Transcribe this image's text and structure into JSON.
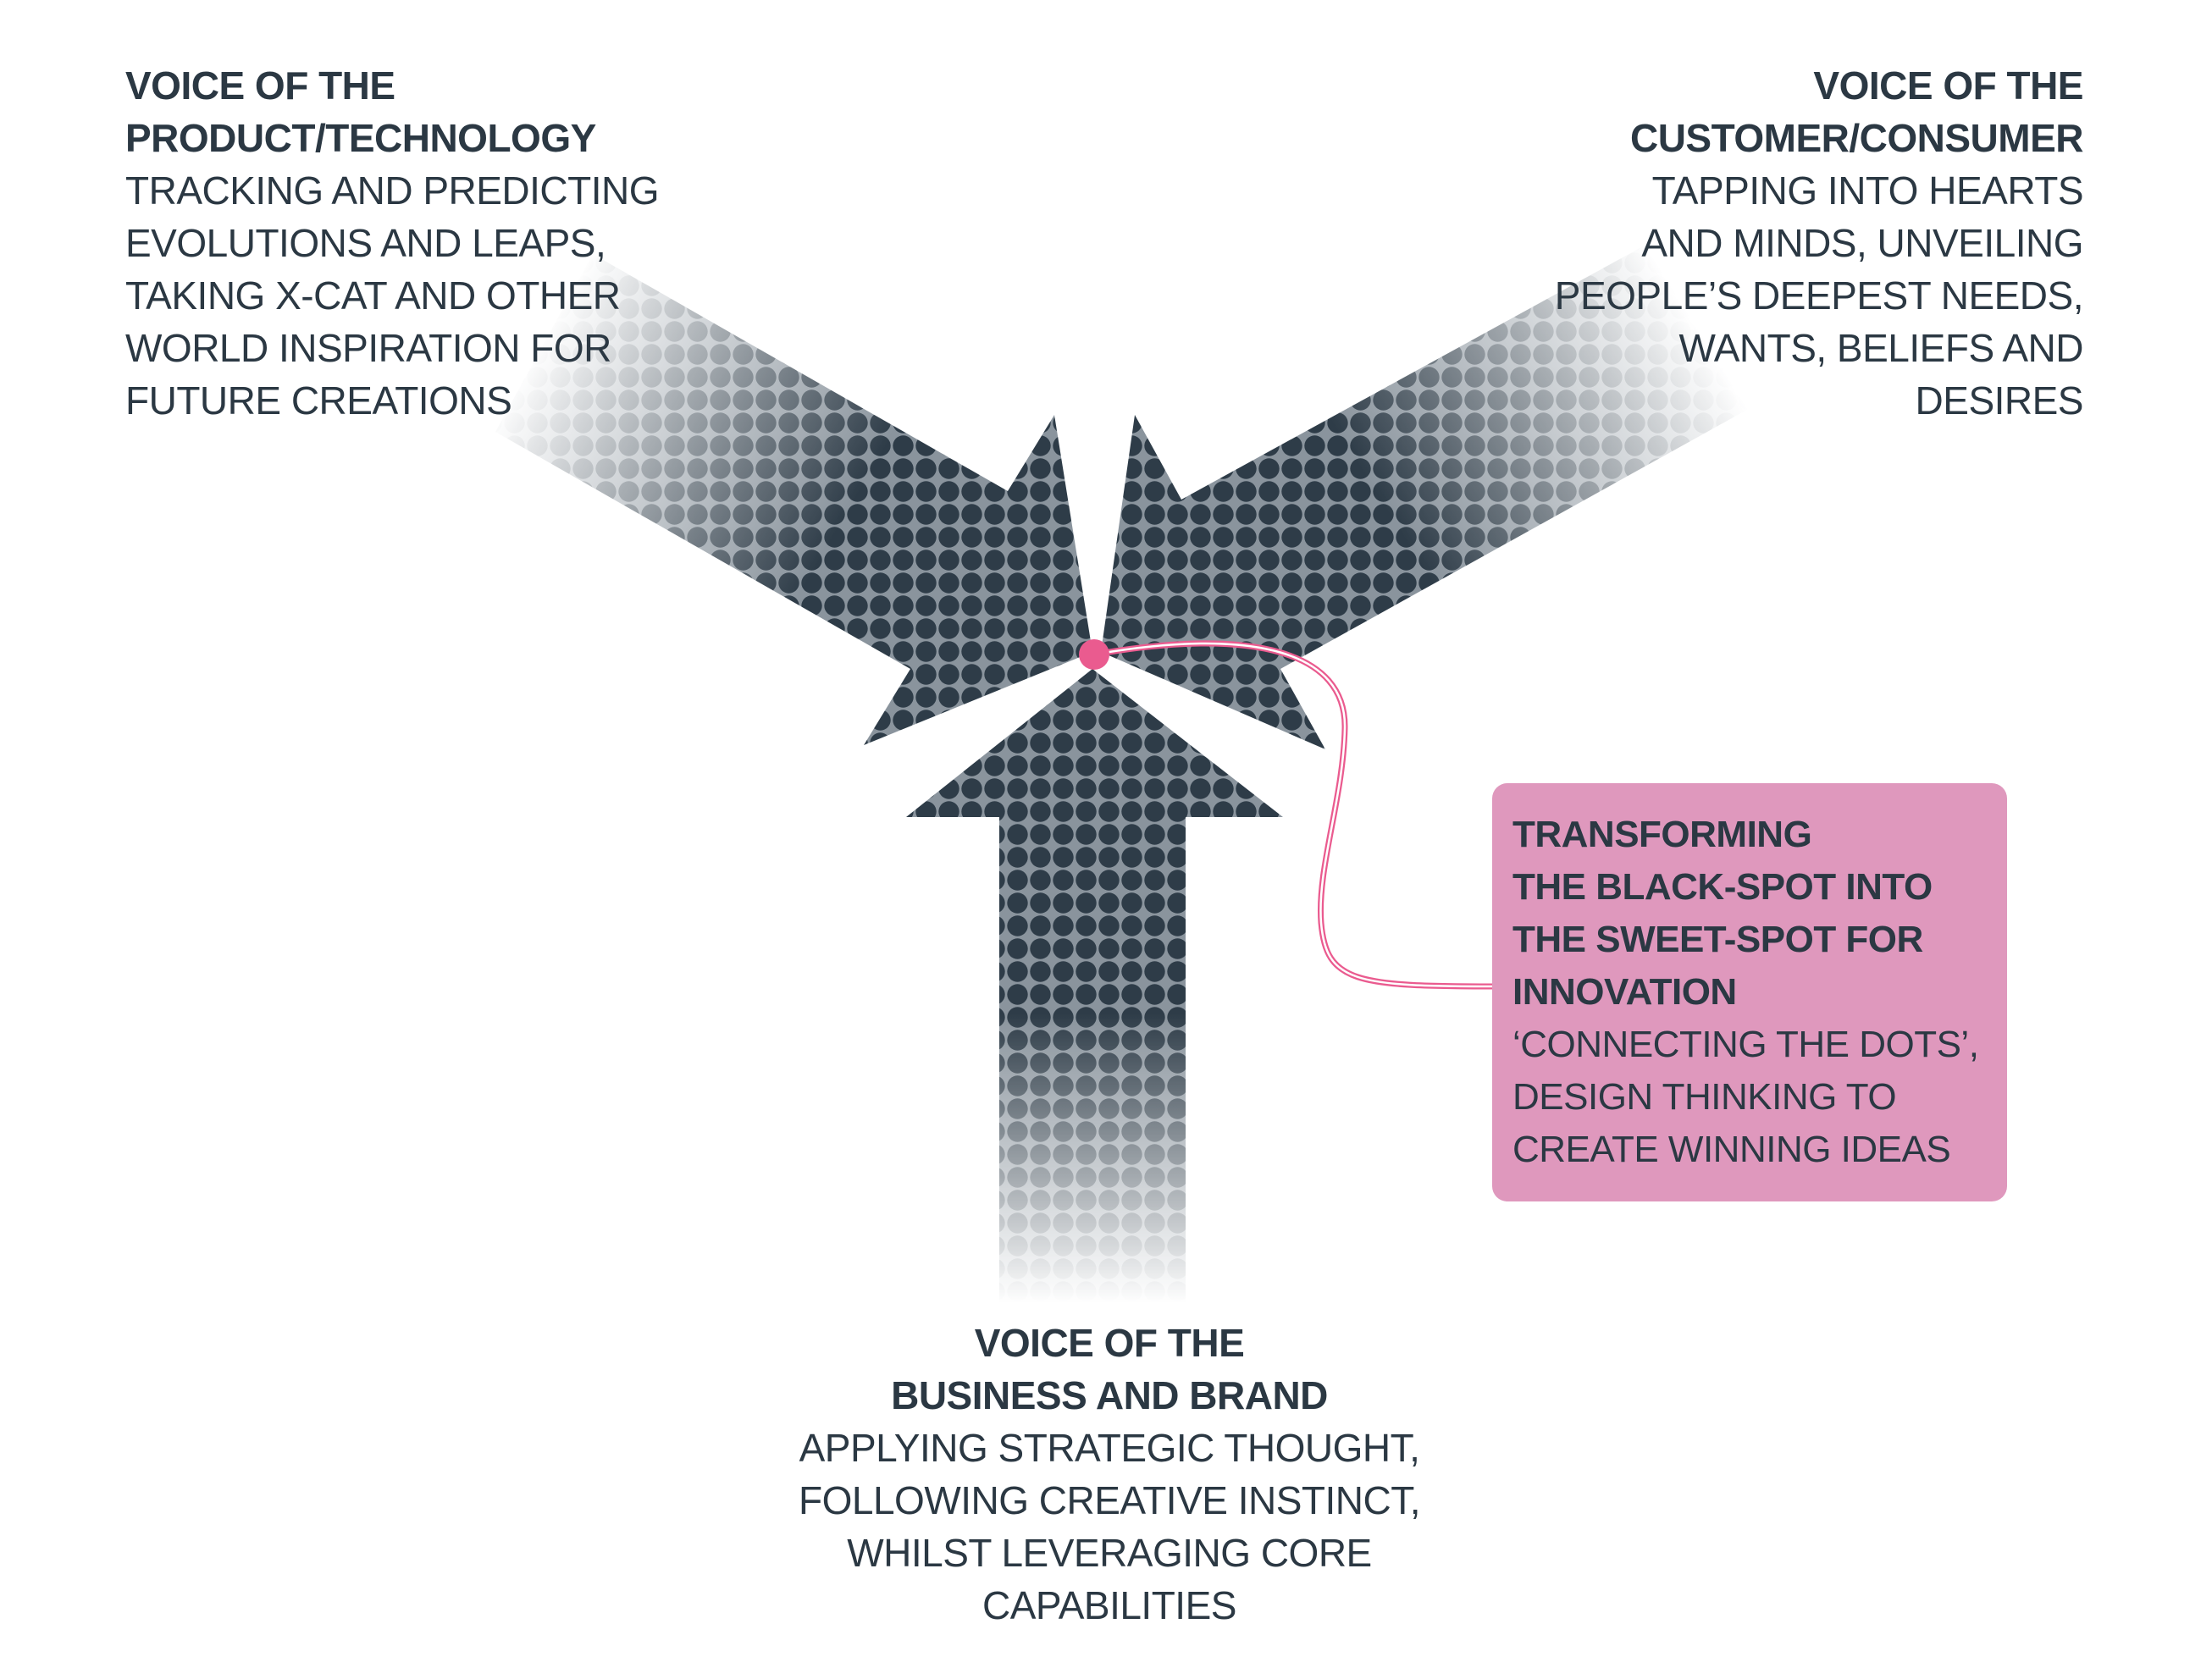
{
  "colors": {
    "arrow_dark": "#2e3c48",
    "arrow_gap": "#8a949d",
    "accent_pink": "#ea5b8f",
    "callout_bg": "#df98bd",
    "text": "#2b3843"
  },
  "icons": {
    "arrows": "halftone-arrow-icon",
    "focal_point": "pink-dot-icon"
  },
  "top_left": {
    "heading_line1": "VOICE OF THE",
    "heading_line2": "PRODUCT/TECHNOLOGY",
    "body": "TRACKING AND  PREDICTING\nEVOLUTIONS AND LEAPS,\nTAKING X-CAT AND OTHER\nWORLD INSPIRATION FOR\nFUTURE CREATIONS"
  },
  "top_right": {
    "heading_line1": "VOICE OF THE",
    "heading_line2": "CUSTOMER/CONSUMER",
    "body": "TAPPING INTO HEARTS\nAND MINDS, UNVEILING\nPEOPLE’S DEEPEST NEEDS,\nWANTS, BELIEFS AND\nDESIRES"
  },
  "bottom": {
    "heading_line1": "VOICE OF THE",
    "heading_line2": "BUSINESS AND BRAND",
    "body": "APPLYING STRATEGIC THOUGHT,\nFOLLOWING CREATIVE INSTINCT,\nWHILST LEVERAGING CORE\nCAPABILITIES"
  },
  "callout": {
    "heading": "TRANSFORMING\nTHE BLACK-SPOT INTO\nTHE SWEET-SPOT FOR\nINNOVATION",
    "body": "‘CONNECTING THE DOTS’,\nDESIGN THINKING TO\nCREATE WINNING IDEAS"
  }
}
